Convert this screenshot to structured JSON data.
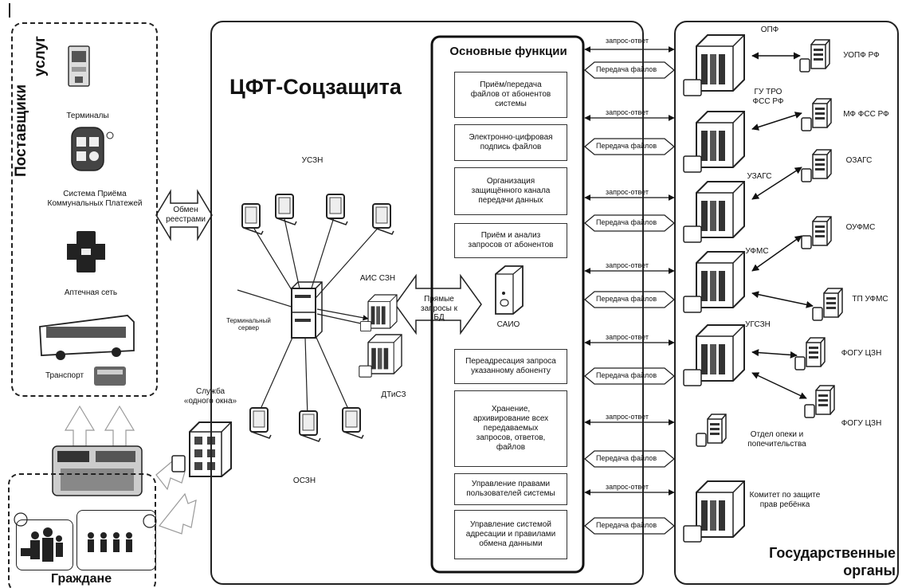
{
  "suppliers": {
    "title_line1": "Поставщики",
    "title_line2": "услуг",
    "terminals": "Терминалы",
    "payments": "Система Приёма\nКоммунальных Платежей",
    "pharmacy": "Аптечная сеть",
    "transport": "Транспорт"
  },
  "citizens": {
    "title": "Граждане"
  },
  "exchange_arrow": "Обмен\nреестрами",
  "one_window": "Служба\n«одного окна»",
  "cft": {
    "title": "ЦФТ-Соцзащита",
    "uszn": "УСЗН",
    "terminal_server": "Терминальный\nсервер",
    "ais": "АИС СЗН",
    "dtisz": "ДТиСЗ",
    "oszn": "ОСЗН",
    "direct_queries": "Прямые запросы к\nБД",
    "saio": "САИО"
  },
  "functions": {
    "title": "Основные функции",
    "items": [
      "Приём/передача\nфайлов от абонентов\nсистемы",
      "Электронно-цифровая\nподпись файлов",
      "Организация\nзащищённого канала\nпередачи данных",
      "Приём и анализ\nзапросов от абонентов",
      "Переадресация запроса\nуказанному абоненту",
      "Хранение,\nархивирование всех\nпередаваемых\nзапросов, ответов,\nфайлов",
      "Управление правами\nпользователей системы",
      "Управление системой\nадресации и правилами\nобмена данными"
    ]
  },
  "arrows": {
    "request": "запрос-ответ",
    "transfer": "Передача файлов"
  },
  "gov": {
    "title": "Государственные\nорганы",
    "opf": "ОПФ",
    "uopf": "УОПФ РФ",
    "gutro": "ГУ ТРО\nФСС РФ",
    "mffss": "МФ ФСС РФ",
    "uzags": "УЗАГС",
    "ozags": "ОЗАГС",
    "ufms": "УФМС",
    "oufms": "ОУФМС",
    "tpufms": "ТП УФМС",
    "ugszn": "УГСЗН",
    "fogu1": "ФОГУ ЦЗН",
    "fogu2": "ФОГУ ЦЗН",
    "opeka": "Отдел опеки и\nпопечительства",
    "committee": "Комитет по защите\nправ ребёнка"
  }
}
